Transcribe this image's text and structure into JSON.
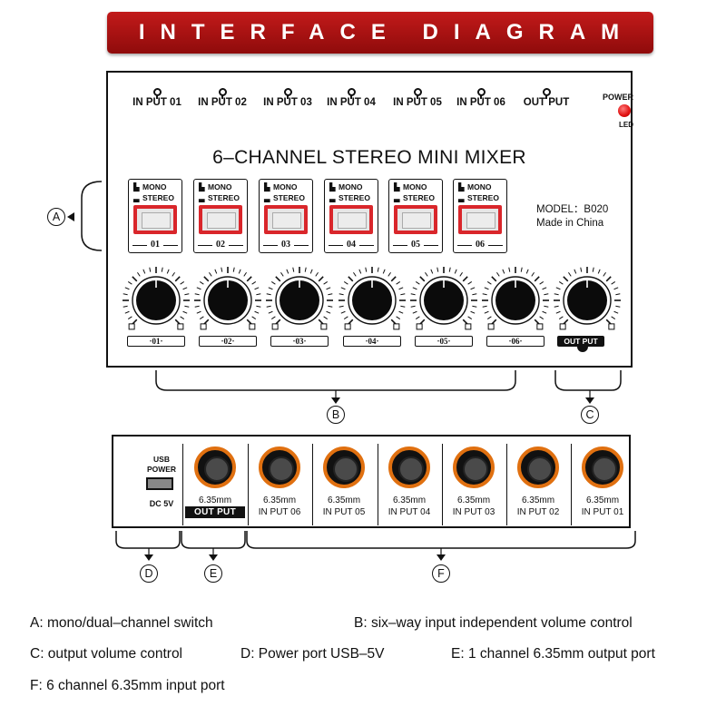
{
  "header": {
    "title": "INTERFACE DIAGRAM"
  },
  "front_panel": {
    "jack_labels": [
      "IN PUT 01",
      "IN PUT 02",
      "IN PUT 03",
      "IN PUT 04",
      "IN PUT 05",
      "IN PUT 06",
      "OUT PUT"
    ],
    "power_label": "POWER",
    "led_label": "LED",
    "title": "6–CHANNEL STEREO MINI MIXER",
    "switches": [
      {
        "mono": "MONO",
        "stereo": "STEREO",
        "num": "01"
      },
      {
        "mono": "MONO",
        "stereo": "STEREO",
        "num": "02"
      },
      {
        "mono": "MONO",
        "stereo": "STEREO",
        "num": "03"
      },
      {
        "mono": "MONO",
        "stereo": "STEREO",
        "num": "04"
      },
      {
        "mono": "MONO",
        "stereo": "STEREO",
        "num": "05"
      },
      {
        "mono": "MONO",
        "stereo": "STEREO",
        "num": "06"
      }
    ],
    "model": "MODEL：B020",
    "made": "Made in China",
    "knob_labels": [
      "·01·",
      "·02·",
      "·03·",
      "·04·",
      "·05·",
      "·06·"
    ],
    "out_knob_label": "OUT PUT"
  },
  "callouts": {
    "a": "A",
    "b": "B",
    "c": "C",
    "d": "D",
    "e": "E",
    "f": "F"
  },
  "rear_panel": {
    "usb_title_1": "USB",
    "usb_title_2": "POWER",
    "usb_dc": "DC 5V",
    "jacks": [
      {
        "size": "6.35mm",
        "label": "OUT PUT"
      },
      {
        "size": "6.35mm",
        "label": "IN PUT 06"
      },
      {
        "size": "6.35mm",
        "label": "IN PUT 05"
      },
      {
        "size": "6.35mm",
        "label": "IN PUT 04"
      },
      {
        "size": "6.35mm",
        "label": "IN PUT 03"
      },
      {
        "size": "6.35mm",
        "label": "IN PUT 02"
      },
      {
        "size": "6.35mm",
        "label": "IN PUT 01"
      }
    ]
  },
  "legend": {
    "a": "A: mono/dual–channel switch",
    "b": "B: six–way input independent volume control",
    "c": "C: output volume control",
    "d": "D: Power port USB–5V",
    "e": "E: 1 channel 6.35mm output port",
    "f": "F: 6 channel 6.35mm input port"
  },
  "colors": {
    "banner": "#b01515",
    "switch_red": "#d9262b",
    "jack_orange": "#e07010",
    "led": "#e01010"
  }
}
